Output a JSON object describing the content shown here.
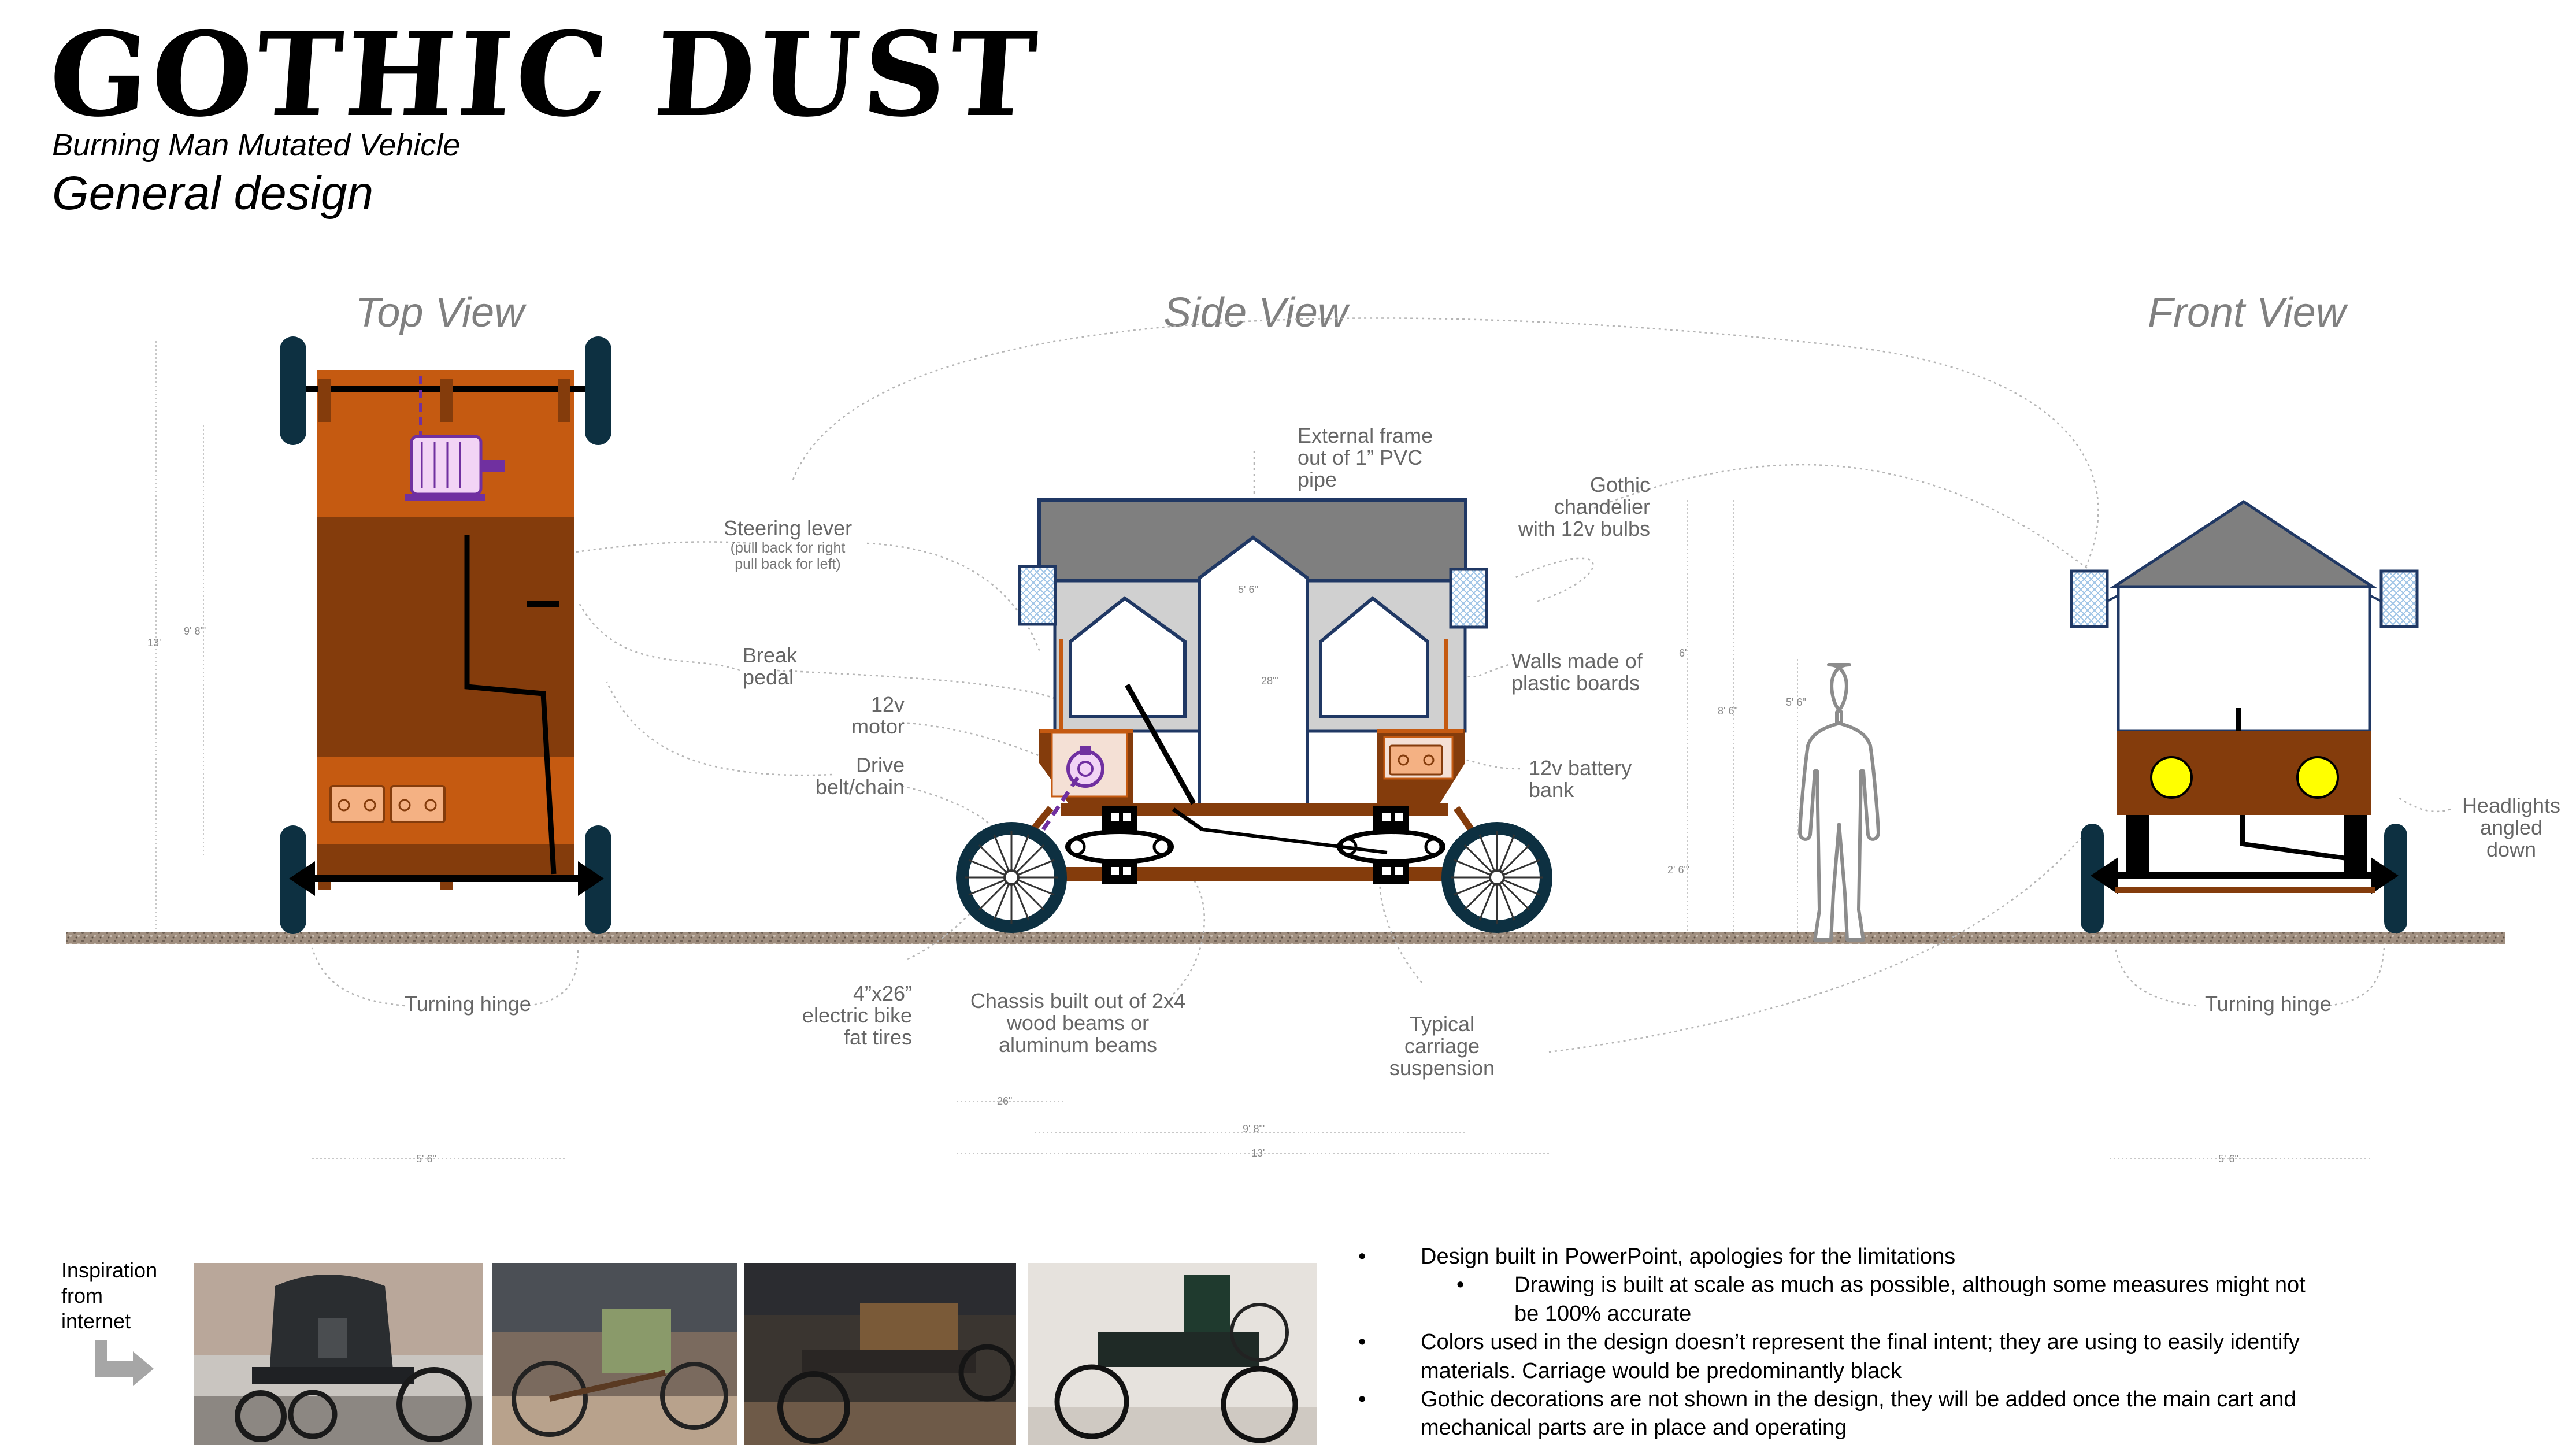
{
  "header": {
    "title": "GOTHIC DUST",
    "subtitle": "Burning Man Mutated Vehicle",
    "section": "General design"
  },
  "views": {
    "top": "Top View",
    "side": "Side View",
    "front": "Front View"
  },
  "annotations": {
    "external_frame": [
      "External frame",
      "out of 1” PVC",
      "pipe"
    ],
    "gothic_chandelier": [
      "Gothic",
      "chandelier",
      "with 12v bulbs"
    ],
    "steering_lever": "Steering lever",
    "steering_lever_note": [
      "(pull back for right",
      "pull back for left)"
    ],
    "break_pedal": [
      "Break",
      "pedal"
    ],
    "motor": [
      "12v",
      "motor"
    ],
    "drive_belt": [
      "Drive",
      "belt/chain"
    ],
    "walls": [
      "Walls made of",
      "plastic boards"
    ],
    "battery_bank": [
      "12v battery",
      "bank"
    ],
    "headlights": [
      "Headlights",
      "angled down"
    ],
    "turning_hinge_top": "Turning hinge",
    "turning_hinge_front": "Turning hinge",
    "tires": [
      "4”x26”",
      "electric bike",
      "fat tires"
    ],
    "chassis": [
      "Chassis built out of 2x4",
      "wood beams or",
      "aluminum beams"
    ],
    "suspension": [
      "Typical",
      "carriage",
      "suspension"
    ]
  },
  "dimensions": {
    "top_height": "13'",
    "top_inner": "9' 8\"'",
    "top_width": "5' 6\"",
    "side_door": "5' 6\"",
    "side_window": "28\"'",
    "side_total_height": "8' 6\"",
    "side_upper": "6'",
    "side_lower": "2' 6\"'",
    "person": "5' 6\"",
    "wheel": "26\"",
    "wheelbase": "9' 8\"'",
    "side_length": "13'",
    "front_width": "5' 6\""
  },
  "inspiration": {
    "label": [
      "Inspiration",
      "from",
      "internet"
    ]
  },
  "notes": [
    {
      "level": 1,
      "text": "Design built in PowerPoint, apologies for the limitations"
    },
    {
      "level": 2,
      "text": "Drawing is built at scale as much as possible, although some measures might not be 100% accurate"
    },
    {
      "level": 1,
      "text": "Colors used in the design doesn’t represent the final intent; they are using to easily identify materials.  Carriage would be predominantly black"
    },
    {
      "level": 1,
      "text": "Gothic decorations are not shown in the design, they will be added once the main cart and mechanical parts are in place and operating"
    }
  ],
  "colors": {
    "orange": "#c55a11",
    "brown": "#843c0c",
    "navy": "#203864",
    "gray_roof": "#7f7f7f",
    "wall_gray": "#d0d0d0",
    "ground": "#a08f80",
    "headlight": "#ffff00",
    "purple": "#7030a0"
  },
  "icons": [
    "electric-motor-icon",
    "battery-icon",
    "chandelier-icon",
    "person-silhouette-icon",
    "arrow-icon"
  ]
}
